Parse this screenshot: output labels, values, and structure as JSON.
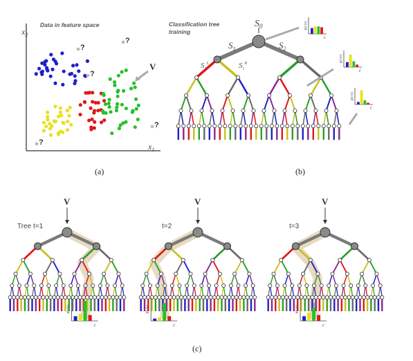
{
  "panel_a": {
    "title": "Data in feature space",
    "x_label": "x",
    "x_sub": "1",
    "y_label": "x",
    "y_sub": "2",
    "point_label": "V",
    "question_mark": "?",
    "caption": "(a)",
    "class_colors": [
      "#2020c8",
      "#e01818",
      "#28c028",
      "#e8e020"
    ]
  },
  "panel_b": {
    "title_line1": "Classification tree",
    "title_line2": "training",
    "root_label": "S",
    "root_sub": "0",
    "left_label": "S",
    "left_sub": "1",
    "right_label": "S",
    "right_sub": "2",
    "ll_label": "S",
    "ll_sub": "1",
    "ll_sup": "L",
    "lr_label": "S",
    "lr_sub": "1",
    "lr_sup": "R",
    "hist_ylabel": "p(c|v)",
    "hist_xlabel": "c",
    "caption": "(b)",
    "histograms": [
      {
        "name": "root",
        "values": [
          0.35,
          0.45,
          0.45,
          0.4
        ]
      },
      {
        "name": "s2",
        "values": [
          0.3,
          0.75,
          0.35,
          0.15
        ]
      },
      {
        "name": "leaf",
        "values": [
          0.15,
          0.85,
          0.25,
          0.1
        ]
      }
    ]
  },
  "panel_c": {
    "input_label": "V",
    "hist_ylabel": "p(c|v)",
    "hist_xlabel": "c",
    "caption": "(c)",
    "trees": [
      {
        "label": "Tree t=1",
        "hist": [
          0.2,
          0.3,
          0.85,
          0.25
        ]
      },
      {
        "label": "t=2",
        "hist": [
          0.1,
          0.15,
          0.75,
          0.2
        ]
      },
      {
        "label": "t=3",
        "hist": [
          0.2,
          0.35,
          0.55,
          0.25
        ]
      }
    ]
  }
}
